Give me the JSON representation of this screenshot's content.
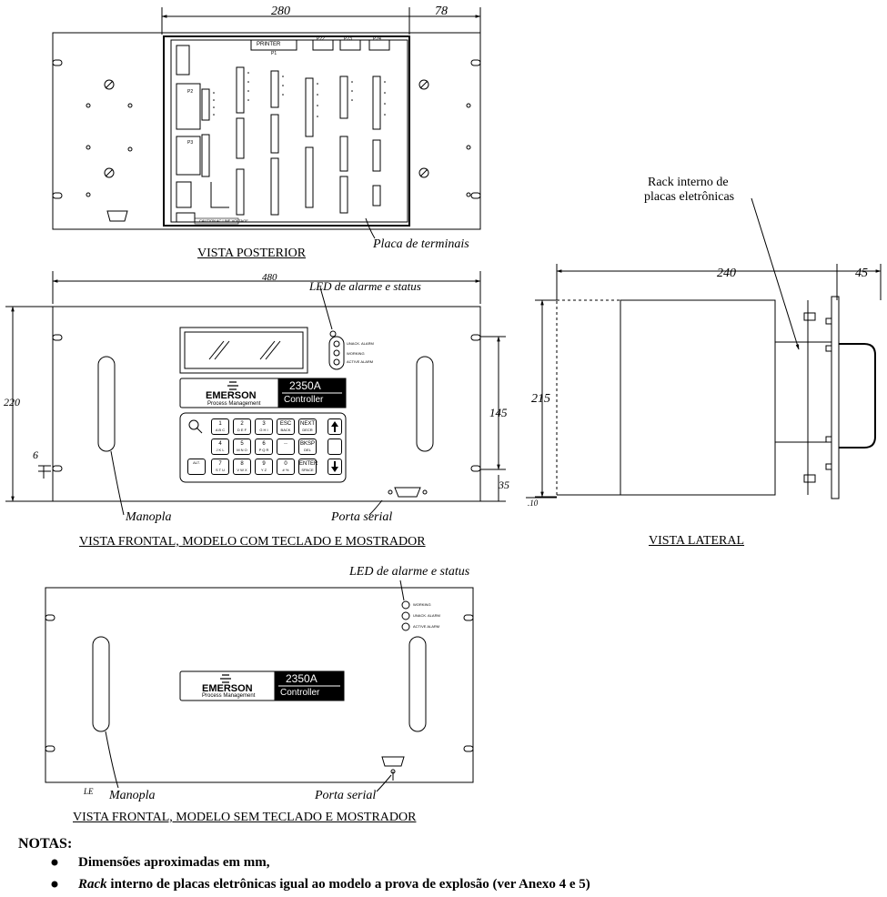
{
  "rear": {
    "dim_width": "280",
    "dim_ext": "78",
    "caption": "VISTA POSTERIOR",
    "terminal_label": "Placa de terminais",
    "connectors_top": [
      "PRINTER",
      "P22",
      "P23",
      "P24"
    ],
    "p1_label": "P1",
    "p2_label": "P2",
    "p3_label": "P3",
    "bottom_strip": "CAUTION  AC  LINE  VOLTAGE"
  },
  "front_keypad": {
    "dim_width": "480",
    "dim_height": "220",
    "dim_display": "145",
    "dim_bottom": "35",
    "dim_side": "6",
    "led_label": "LED de alarme e status",
    "led_items": [
      "UNACK. ALARM",
      "WORKING",
      "ACTIVE ALARM"
    ],
    "brand": "EMERSON",
    "brand_sub": "Process Management",
    "model": "2350A",
    "model_sub": "Controller",
    "keys": [
      {
        "top": "1",
        "bottom": "A B C"
      },
      {
        "top": "2",
        "bottom": "D E F"
      },
      {
        "top": "3",
        "bottom": "G H I"
      },
      {
        "top": "ESC",
        "bottom": "BACK"
      },
      {
        "top": "NEXT",
        "bottom": "DECR"
      },
      {
        "top": "4",
        "bottom": "J K L"
      },
      {
        "top": "5",
        "bottom": "M N O"
      },
      {
        "top": "6",
        "bottom": "P Q R"
      },
      {
        "top": "",
        "bottom": "—"
      },
      {
        "top": "BKSP",
        "bottom": "DEL"
      },
      {
        "top": "",
        "bottom": "ALT."
      },
      {
        "top": "7",
        "bottom": "S T U"
      },
      {
        "top": "8",
        "bottom": "V W X"
      },
      {
        "top": "9",
        "bottom": "Y Z"
      },
      {
        "top": "0",
        "bottom": "# %"
      },
      {
        "top": "ENTER",
        "bottom": "SPACE"
      }
    ],
    "handle_label": "Manopla",
    "serial_label": "Porta serial",
    "caption": "VISTA FRONTAL, MODELO COM TECLADO E MOSTRADOR"
  },
  "side": {
    "rack_label_1": "Rack interno de",
    "rack_label_2": "placas eletrônicas",
    "dim_depth": "240",
    "dim_front": "45",
    "dim_height": "215",
    "dim_small": ".10",
    "caption": "VISTA LATERAL"
  },
  "front_plain": {
    "led_label": "LED de alarme e status",
    "led_items": [
      "WORKING",
      "UNACK. ALARM",
      "ACTIVE ALARM"
    ],
    "brand": "EMERSON",
    "brand_sub": "Process Management",
    "model": "2350A",
    "model_sub": "Controller",
    "corner_mark": "LE",
    "handle_label": "Manopla",
    "serial_label": "Porta serial",
    "caption": "VISTA FRONTAL, MODELO SEM TECLADO E MOSTRADOR"
  },
  "notes": {
    "title": "NOTAS:",
    "item1": "Dimensões aproximadas em mm,",
    "item2_em": "Rack",
    "item2_rest": " interno de placas eletrônicas igual ao modelo a prova de explosão (ver Anexo 4 e 5)"
  }
}
